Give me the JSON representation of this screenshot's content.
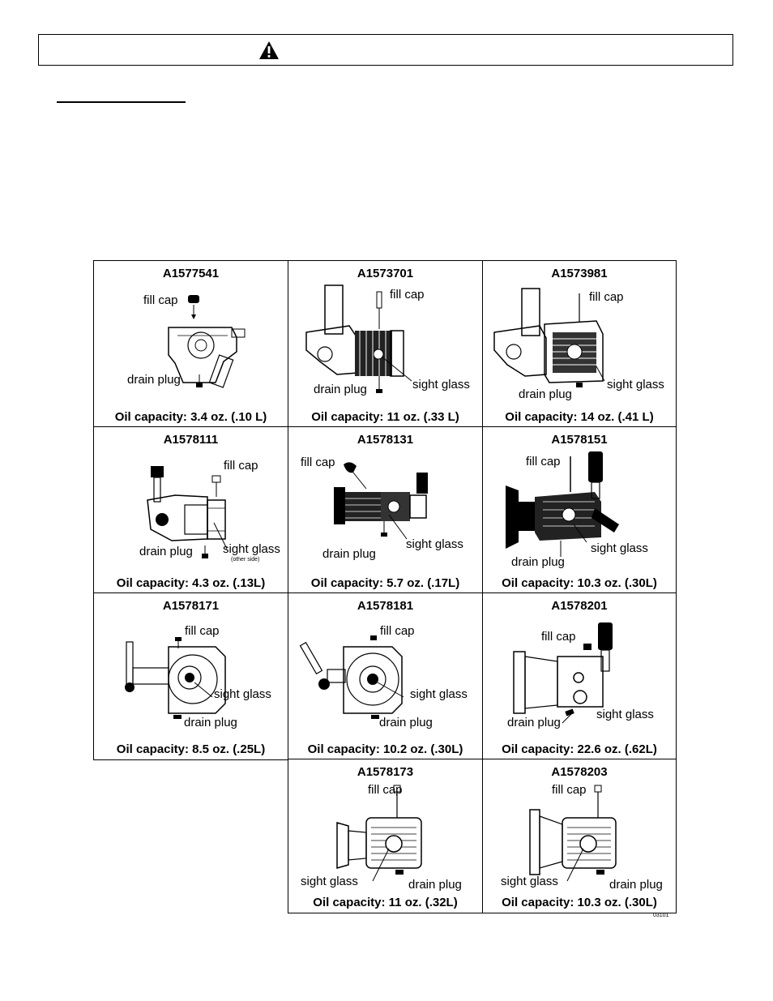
{
  "warning_banner": {
    "icon": "warning-triangle-icon"
  },
  "figure": {
    "number": "03101",
    "cells": [
      {
        "model": "A1577541",
        "labels": {
          "fill": "fill cap",
          "drain": "drain plug"
        },
        "capacity_label": "Oil capacity:",
        "capacity_value": "3.4 oz. (.10 L)"
      },
      {
        "model": "A1573701",
        "labels": {
          "fill": "fill cap",
          "drain": "drain plug",
          "sight": "sight glass"
        },
        "capacity_label": "Oil capacity:",
        "capacity_value": "11 oz. (.33 L)"
      },
      {
        "model": "A1573981",
        "labels": {
          "fill": "fill cap",
          "drain": "drain plug",
          "sight": "sight glass"
        },
        "capacity_label": "Oil capacity:",
        "capacity_value": "14 oz. (.41 L)"
      },
      {
        "model": "A1578111",
        "labels": {
          "fill": "fill cap",
          "drain": "drain plug",
          "sight": "sight glass",
          "note": "(other side)"
        },
        "capacity_label": "Oil capacity:",
        "capacity_value": "4.3 oz. (.13L)"
      },
      {
        "model": "A1578131",
        "labels": {
          "fill": "fill cap",
          "drain": "drain plug",
          "sight": "sight glass"
        },
        "capacity_label": "Oil capacity:",
        "capacity_value": "5.7 oz. (.17L)"
      },
      {
        "model": "A1578151",
        "labels": {
          "fill": "fill cap",
          "drain": "drain plug",
          "sight": "sight glass"
        },
        "capacity_label": "Oil capacity:",
        "capacity_value": "10.3 oz. (.30L)"
      },
      {
        "model": "A1578171",
        "labels": {
          "fill": "fill cap",
          "drain": "drain plug",
          "sight": "sight glass"
        },
        "capacity_label": "Oil capacity:",
        "capacity_value": "8.5 oz. (.25L)"
      },
      {
        "model": "A1578181",
        "labels": {
          "fill": "fill cap",
          "drain": "drain plug",
          "sight": "sight glass"
        },
        "capacity_label": "Oil capacity:",
        "capacity_value": "10.2 oz. (.30L)"
      },
      {
        "model": "A1578201",
        "labels": {
          "fill": "fill cap",
          "drain": "drain plug",
          "sight": "sight glass"
        },
        "capacity_label": "Oil capacity:",
        "capacity_value": "22.6 oz. (.62L)"
      },
      {
        "model": "A1578173",
        "labels": {
          "fill": "fill cap",
          "drain": "drain plug",
          "sight": "sight glass"
        },
        "capacity_label": "Oil capacity:",
        "capacity_value": "11 oz. (.32L)"
      },
      {
        "model": "A1578203",
        "labels": {
          "fill": "fill cap",
          "drain": "drain plug",
          "sight": "sight glass"
        },
        "capacity_label": "Oil capacity:",
        "capacity_value": "10.3 oz. (.30L)"
      }
    ]
  }
}
